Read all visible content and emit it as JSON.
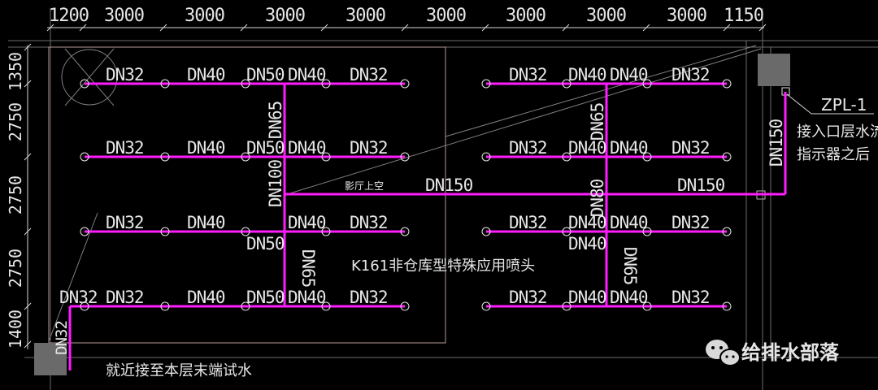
{
  "colors": {
    "pipe": "#ff1cff",
    "text": "#e6e6e6",
    "background": "#000000",
    "grid": "#6b6b6b",
    "box": "#6e6e6e",
    "room_outline": "#b79a9a"
  },
  "top_dims": [
    "1200",
    "3000",
    "3000",
    "3000",
    "3000",
    "3000",
    "3000",
    "3000",
    "3000",
    "1150"
  ],
  "left_dims": [
    "1350",
    "2750",
    "2750",
    "2750",
    "1400"
  ],
  "pipe_labels": {
    "r1": [
      "DN32",
      "DN40",
      "DN50",
      "DN40",
      "DN32",
      "DN32",
      "DN40",
      "DN40",
      "DN32"
    ],
    "r2": [
      "DN32",
      "DN40",
      "DN50",
      "DN40",
      "DN32",
      "DN32",
      "DN40",
      "DN40",
      "DN32"
    ],
    "r3": [
      "DN32",
      "DN40",
      "DN40",
      "DN32",
      "DN32",
      "DN40",
      "DN40",
      "DN32"
    ],
    "r3_below": [
      "DN50",
      "DN40"
    ],
    "r4": [
      "DN32",
      "DN32",
      "DN40",
      "DN50",
      "DN40",
      "DN32",
      "DN32",
      "DN40",
      "DN40",
      "DN32"
    ],
    "main_left": "DN150",
    "main_right": "DN150",
    "riser_left_top": "DN65",
    "riser_left_mid": "DN100",
    "riser_left_bot": "DN65",
    "riser_right_top": "DN65",
    "riser_right_mid": "DN80",
    "riser_right_bot": "DN65",
    "riser_east": "DN150",
    "riser_west": "DN32"
  },
  "annotations": {
    "riser_id": "ZPL-1",
    "riser_note_line1": "接入口层水流",
    "riser_note_line2": "指示器之后",
    "void_label": "影厅上空",
    "sprinkler_note": "K161非仓库型特殊应用喷头",
    "test_note": "就近接至本层末端试水"
  },
  "watermark": {
    "text": "给排水部落",
    "icon": "wechat-icon"
  }
}
